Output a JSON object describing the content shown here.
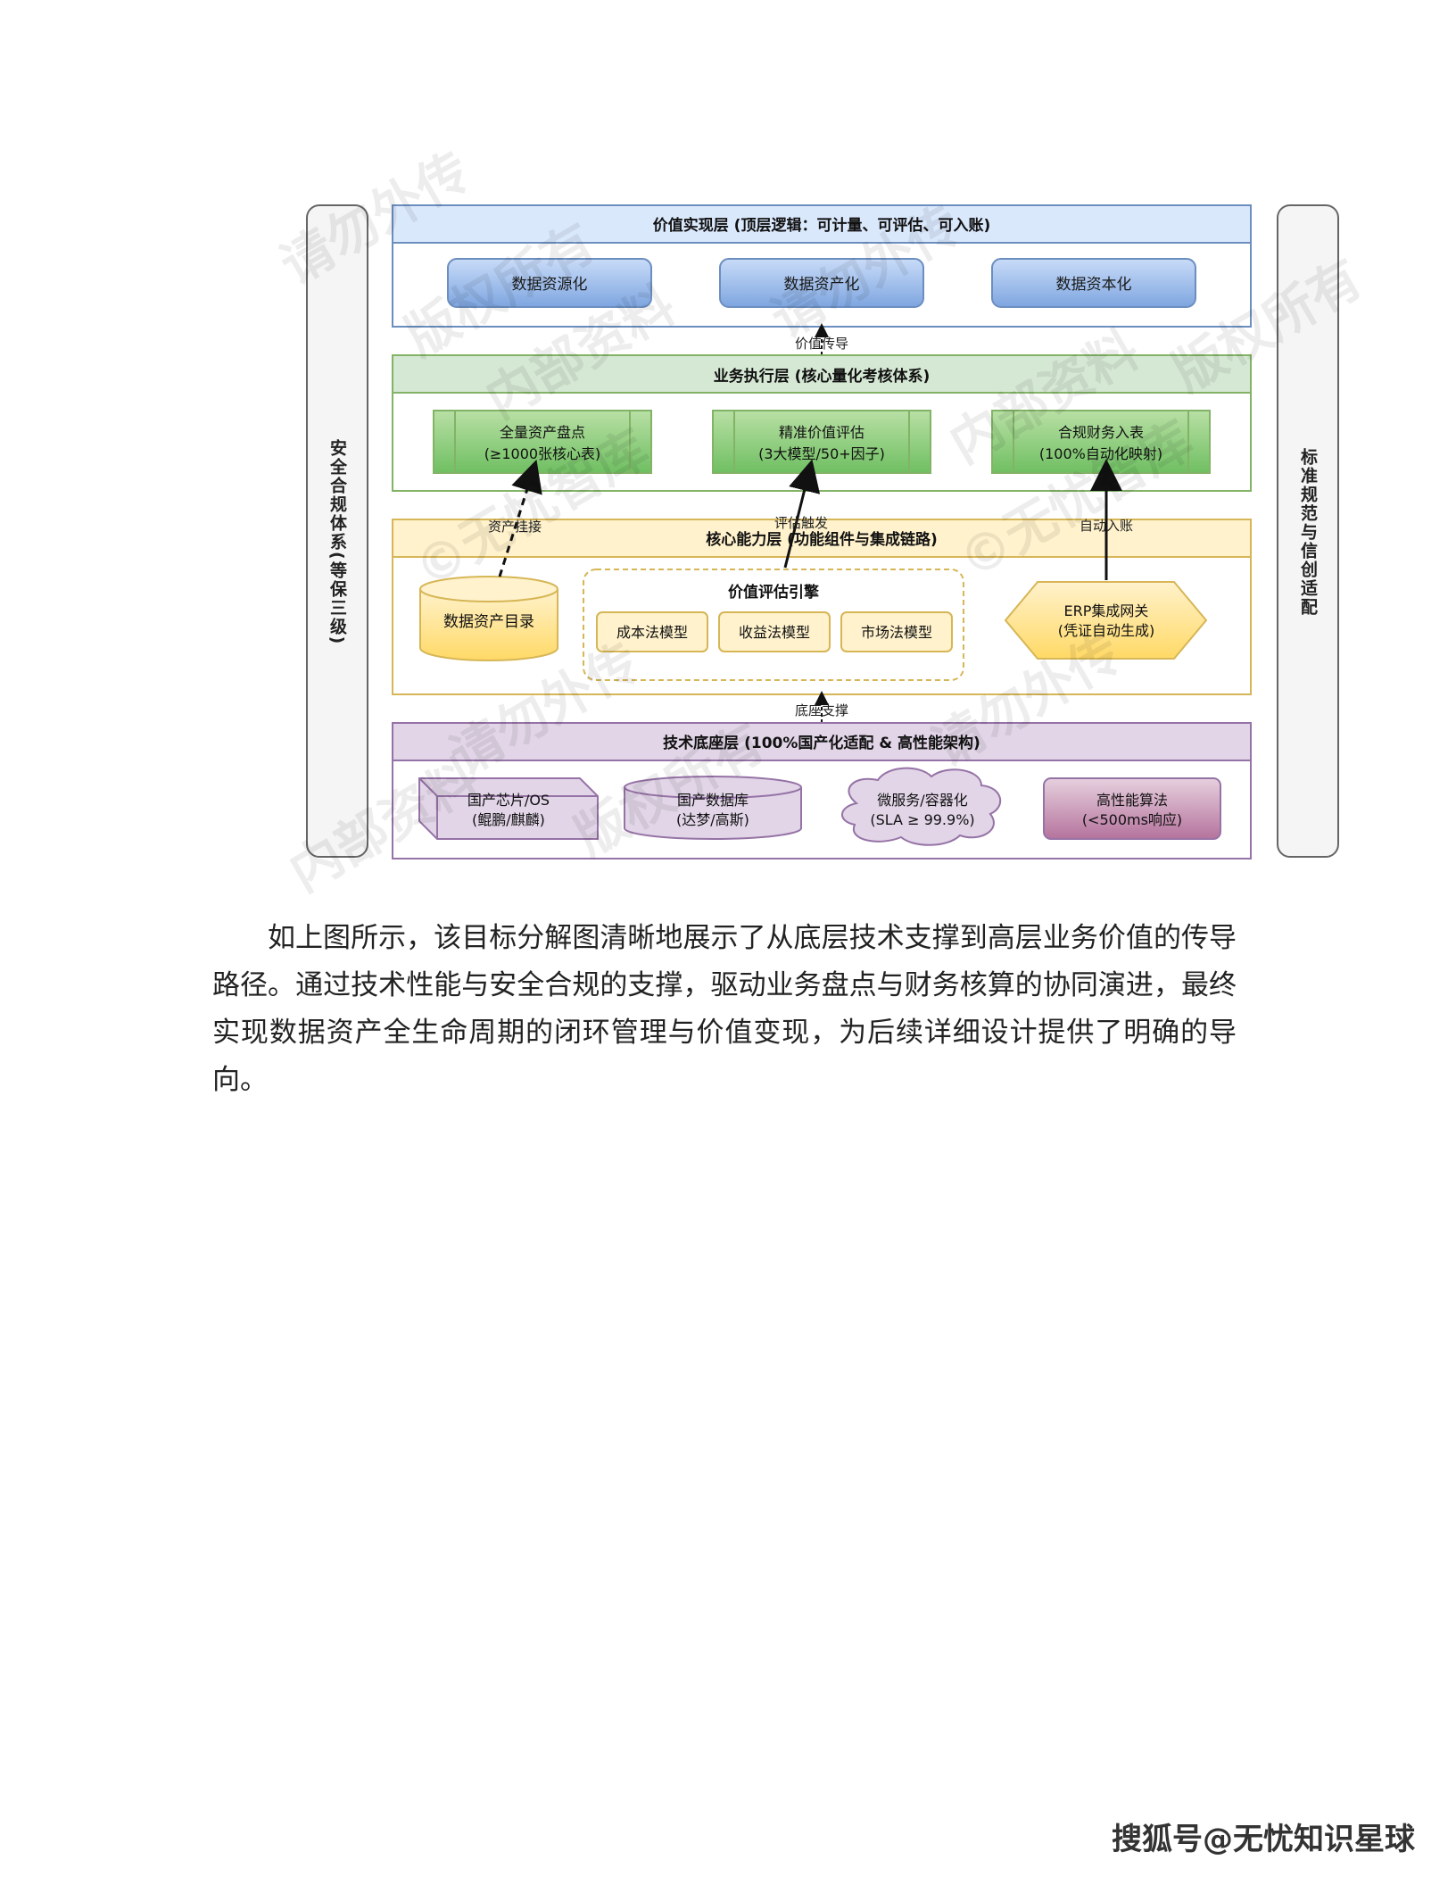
{
  "diagram": {
    "left_side": "安全合规体系(等保三级)",
    "right_side": "标准规范与信创适配",
    "layers": {
      "value": {
        "title": "价值实现层 (顶层逻辑：可计量、可评估、可入账)",
        "items": [
          "数据资源化",
          "数据资产化",
          "数据资本化"
        ]
      },
      "business": {
        "title": "业务执行层 (核心量化考核体系)",
        "items": [
          {
            "line1": "全量资产盘点",
            "line2": "(≥1000张核心表)"
          },
          {
            "line1": "精准价值评估",
            "line2": "(3大模型/50+因子)"
          },
          {
            "line1": "合规财务入表",
            "line2": "(100%自动化映射)"
          }
        ]
      },
      "core": {
        "title": "核心能力层 (功能组件与集成链路)",
        "catalog": "数据资产目录",
        "engine_title": "价值评估引擎",
        "engine_models": [
          "成本法模型",
          "收益法模型",
          "市场法模型"
        ],
        "erp_line1": "ERP集成网关",
        "erp_line2": "(凭证自动生成)"
      },
      "tech": {
        "title": "技术底座层 (100%国产化适配 & 高性能架构)",
        "items": [
          {
            "line1": "国产芯片/OS",
            "line2": "(鲲鹏/麒麟)"
          },
          {
            "line1": "国产数据库",
            "line2": "(达梦/高斯)"
          },
          {
            "line1": "微服务/容器化",
            "line2": "(SLA ≥ 99.9%)"
          },
          {
            "line1": "高性能算法",
            "line2": "(<500ms响应)"
          }
        ]
      }
    },
    "arrows": {
      "value_transfer": "价值传导",
      "asset_mount": "资产挂接",
      "eval_trigger": "评估触发",
      "auto_post": "自动入账",
      "base_support": "底座支撑"
    },
    "watermark": [
      "请勿外传",
      "内部资料",
      "版权所有",
      "©无忧智库"
    ]
  },
  "paragraph": "如上图所示，该目标分解图清晰地展示了从底层技术支撑到高层业务价值的传导路径。通过技术性能与安全合规的支撑，驱动业务盘点与财务核算的协同演进，最终实现数据资产全生命周期的闭环管理与价值变现，为后续详细设计提供了明确的导向。",
  "footer": "搜狐号@无忧知识星球",
  "colors": {
    "value_fill": "#dae8fc",
    "value_stroke": "#6c8ebf",
    "business_fill": "#d5e8d4",
    "business_stroke": "#82b366",
    "core_fill": "#fff2cc",
    "core_stroke": "#d6b656",
    "tech_fill": "#e1d5e7",
    "tech_stroke": "#9673a6",
    "side_fill": "#f5f5f5",
    "side_stroke": "#666666"
  }
}
